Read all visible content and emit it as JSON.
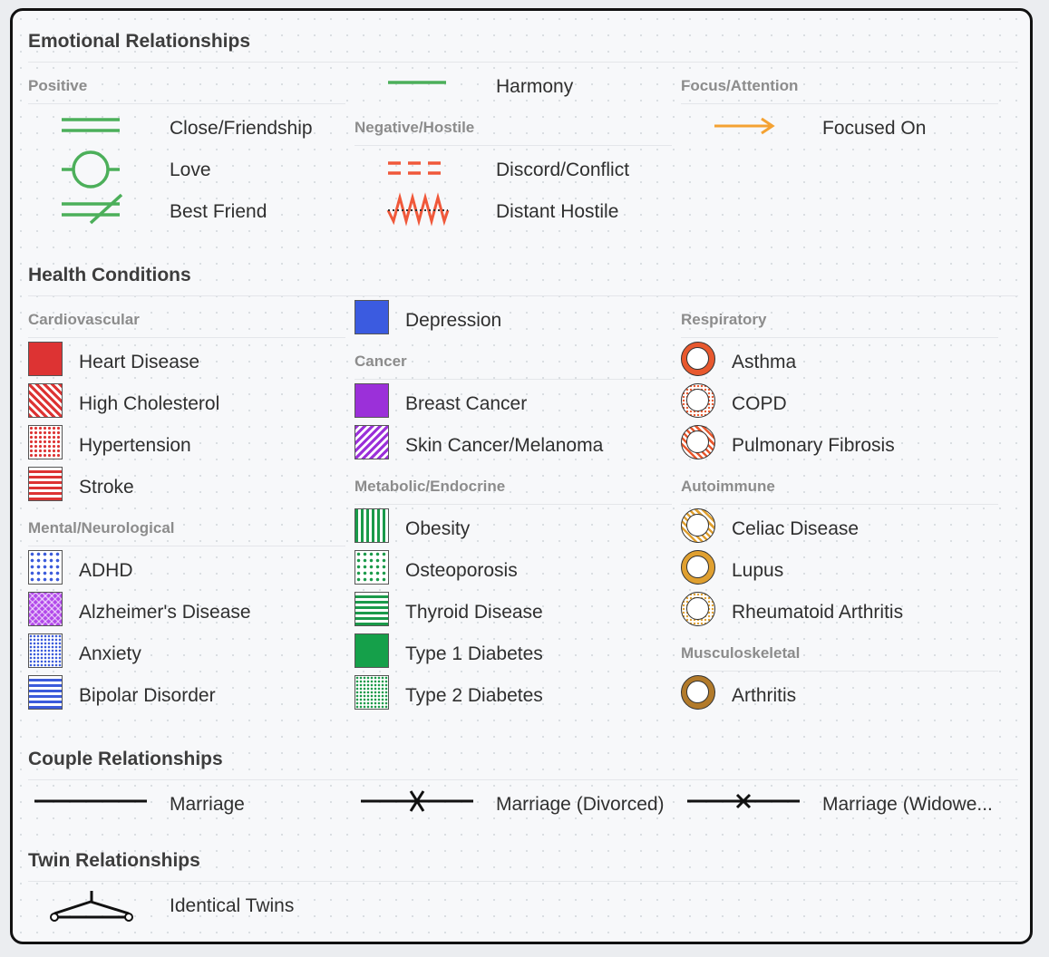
{
  "emotional": {
    "title": "Emotional Relationships",
    "positive": {
      "heading": "Positive",
      "items": [
        {
          "label": "Close/Friendship",
          "icon": "double-line-icon"
        },
        {
          "label": "Love",
          "icon": "love-circle-icon"
        },
        {
          "label": "Best Friend",
          "icon": "best-friend-icon"
        }
      ]
    },
    "harmony": {
      "label": "Harmony",
      "icon": "single-line-icon"
    },
    "negative": {
      "heading": "Negative/Hostile",
      "items": [
        {
          "label": "Discord/Conflict",
          "icon": "dashed-line-icon"
        },
        {
          "label": "Distant Hostile",
          "icon": "zigzag-icon"
        }
      ]
    },
    "focus": {
      "heading": "Focus/Attention",
      "items": [
        {
          "label": "Focused On",
          "icon": "arrow-icon"
        }
      ]
    },
    "colors": {
      "positive": "#4caf5a",
      "negative": "#f0583a",
      "focus": "#f4a233"
    }
  },
  "health": {
    "title": "Health Conditions",
    "cardiovascular": {
      "heading": "Cardiovascular",
      "items": [
        {
          "label": "Heart Disease",
          "pattern": "solid",
          "color": "#dd3333"
        },
        {
          "label": "High Cholesterol",
          "pattern": "diagonal",
          "color": "#dd3333"
        },
        {
          "label": "Hypertension",
          "pattern": "dots",
          "color": "#dd3333"
        },
        {
          "label": "Stroke",
          "pattern": "horizontal",
          "color": "#dd3333"
        }
      ]
    },
    "mental": {
      "heading": "Mental/Neurological",
      "items": [
        {
          "label": "ADHD",
          "pattern": "dots",
          "color": "#3b5bdb"
        },
        {
          "label": "Alzheimer's Disease",
          "pattern": "crosshatch",
          "color": "#9b30d9"
        },
        {
          "label": "Anxiety",
          "pattern": "fine-dots",
          "color": "#3b5bdb"
        },
        {
          "label": "Bipolar Disorder",
          "pattern": "horizontal",
          "color": "#3b5bdb"
        }
      ]
    },
    "depression": {
      "label": "Depression",
      "pattern": "solid",
      "color": "#3b5be0"
    },
    "cancer": {
      "heading": "Cancer",
      "items": [
        {
          "label": "Breast Cancer",
          "pattern": "solid",
          "color": "#9b30d9"
        },
        {
          "label": "Skin Cancer/Melanoma",
          "pattern": "diagonal",
          "color": "#9b30d9"
        }
      ]
    },
    "metabolic": {
      "heading": "Metabolic/Endocrine",
      "items": [
        {
          "label": "Obesity",
          "pattern": "vertical",
          "color": "#1a9a4a"
        },
        {
          "label": "Osteoporosis",
          "pattern": "dots",
          "color": "#1a9a4a"
        },
        {
          "label": "Thyroid Disease",
          "pattern": "horizontal",
          "color": "#1a9a4a"
        },
        {
          "label": "Type 1 Diabetes",
          "pattern": "solid",
          "color": "#15a04a"
        },
        {
          "label": "Type 2 Diabetes",
          "pattern": "fine-dots",
          "color": "#1a9a4a"
        }
      ]
    },
    "respiratory": {
      "heading": "Respiratory",
      "items": [
        {
          "label": "Asthma",
          "ring": "solid",
          "color": "#e8582e"
        },
        {
          "label": "COPD",
          "ring": "dots",
          "color": "#e8582e"
        },
        {
          "label": "Pulmonary Fibrosis",
          "ring": "stripes",
          "color": "#e8582e"
        }
      ]
    },
    "autoimmune": {
      "heading": "Autoimmune",
      "items": [
        {
          "label": "Celiac Disease",
          "ring": "stripes",
          "color": "#e0a030"
        },
        {
          "label": "Lupus",
          "ring": "solid",
          "color": "#e0a030"
        },
        {
          "label": "Rheumatoid Arthritis",
          "ring": "dots",
          "color": "#e0a030"
        }
      ]
    },
    "musculoskeletal": {
      "heading": "Musculoskeletal",
      "items": [
        {
          "label": "Arthritis",
          "ring": "solid",
          "color": "#b27a2a"
        }
      ]
    }
  },
  "couple": {
    "title": "Couple Relationships",
    "items": [
      {
        "label": "Marriage",
        "icon": "marriage-line-icon"
      },
      {
        "label": "Marriage (Divorced)",
        "icon": "divorced-line-icon"
      },
      {
        "label": "Marriage (Widowe...",
        "icon": "widowed-line-icon"
      }
    ]
  },
  "twin": {
    "title": "Twin Relationships",
    "items": [
      {
        "label": "Identical Twins",
        "icon": "identical-twins-icon"
      }
    ]
  }
}
